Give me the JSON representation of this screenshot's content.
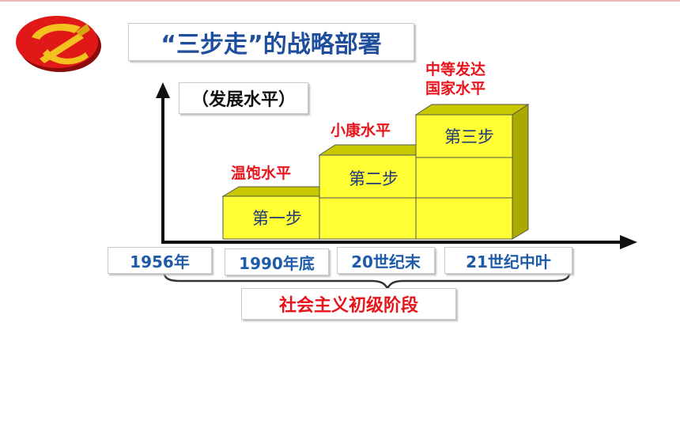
{
  "title": "“三步走”的战略部署",
  "y_axis_label": "（发展水平）",
  "levels": {
    "first": "温饱水平",
    "second": "小康水平",
    "third": [
      "中等发达",
      "国家水平"
    ]
  },
  "steps": [
    "第一步",
    "第二步",
    "第三步"
  ],
  "years": [
    "1956年",
    "1990年底",
    "20世纪末",
    "21世纪中叶"
  ],
  "stage_label": "社会主义初级阶段",
  "colors": {
    "block_front": "#ffff33",
    "block_top": "#c8c800",
    "block_side": "#a9a900",
    "title_blue": "#1f4e9c",
    "label_red": "#e8141b",
    "year_blue": "#1e5ba8"
  },
  "icons": [
    "party-emblem-icon"
  ]
}
